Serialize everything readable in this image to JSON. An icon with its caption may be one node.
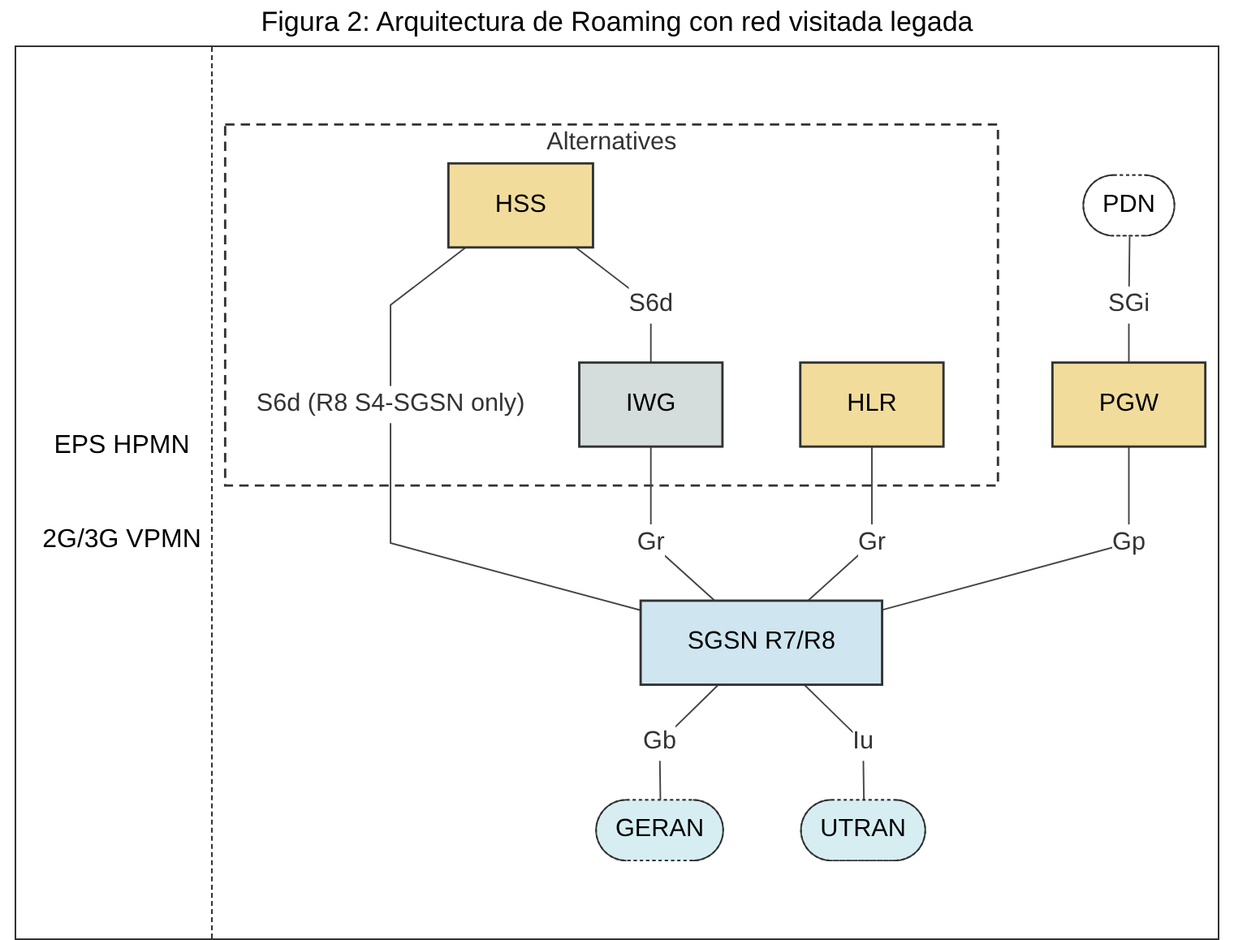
{
  "diagram": {
    "title": "Figura 2: Arquitectura de Roaming con red visitada legada",
    "nodes": [
      {
        "text": [
          "Alternatives"
        ]
      },
      {
        "text": [
          "HSS"
        ],
        "in": 0
      },
      {
        "text": [
          "HLR"
        ],
        "in": 0
      },
      {
        "text": [
          "IWG"
        ],
        "in": 0
      },
      {
        "text": [
          "PDN"
        ]
      },
      {
        "text": [
          "PGW"
        ]
      },
      {
        "text": [
          "SGSN R7/R8"
        ]
      },
      {
        "text": [
          "GERAN"
        ]
      },
      {
        "text": [
          "UTRAN"
        ]
      }
    ],
    "edges": [
      {
        "from": 4,
        "to": 5,
        "arrow": "none",
        "label": "SGi"
      },
      {
        "from": 1,
        "to": 3,
        "arrow": "none",
        "label": "S6d"
      },
      {
        "from": 1,
        "to": 6,
        "arrow": "none",
        "label": "S6d (R8 S4-SGSN only)"
      },
      {
        "from": 3,
        "to": 6,
        "arrow": "none",
        "label": "Gr"
      },
      {
        "from": 2,
        "to": 6,
        "arrow": "none",
        "label": "Gr"
      },
      {
        "from": 5,
        "to": 6,
        "arrow": "none",
        "label": "Gp"
      },
      {
        "from": 6,
        "to": 7,
        "arrow": "none",
        "label": "Gb"
      },
      {
        "from": 6,
        "to": 8,
        "arrow": "none",
        "label": "Iu"
      }
    ],
    "labels": [
      "EPS HPMN",
      "2G/3G VPMN"
    ]
  }
}
